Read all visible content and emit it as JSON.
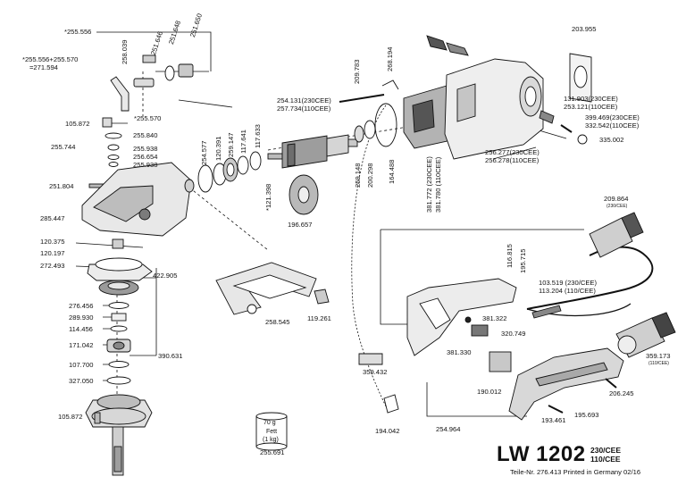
{
  "model": {
    "name": "LW 1202",
    "variant_230": "230/CEE",
    "variant_110": "110/CEE",
    "part_info": "Teile-Nr. 276.413 Printed in Germany 02/16"
  },
  "labels": {
    "p255556": "*255.556",
    "p255570_combo": "*255.556+255.570",
    "p271594": "=271.594",
    "p258039": "258.039",
    "p251646": "251.646",
    "p251648": "251.648",
    "p251650": "251.650",
    "p105872a": "105.872",
    "p255570": "*255.570",
    "p255840": "255.840",
    "p255744": "255.744",
    "p255938a": "255.938",
    "p256654": "256.654",
    "p255938b": "255.938",
    "p251804": "251.804",
    "p285447": "285.447",
    "p120375": "120.375",
    "p120197": "120.197",
    "p272493": "272.493",
    "p422905": "422.905",
    "p276456": "276.456",
    "p289930": "289.930",
    "p114456": "114.456",
    "p171042": "171.042",
    "p107700": "107.700",
    "p327050": "327.050",
    "p390631": "390.631",
    "p105872b": "105.872",
    "p254577": "254.577",
    "p120391": "120.391",
    "p259147": "259.147",
    "p117641": "117.641",
    "p117633": "117.633",
    "p121398": "*121.398",
    "p254131": "254.131(230CEE)",
    "p257734": "257.734(110CEE)",
    "p196657": "196.657",
    "p259148": "259.148",
    "p200298": "200.298",
    "p164488": "164.488",
    "p209783": "209.783",
    "p268194": "268.194",
    "p381772": "381.772 (230CEE)",
    "p381780": "381.780 (110CEE)",
    "p203955": "203.955",
    "p131903": "131.903(230CEE)",
    "p253121": "253.121(110CEE)",
    "p399469": "399.469(230CEE)",
    "p332542": "332.542(110CEE)",
    "p335002": "335.002",
    "p256277": "256.277(230CEE)",
    "p256278": "256.278(110CEE)",
    "p209864": "209.864",
    "p209864sub": "(230/CEE)",
    "p116815": "116.815",
    "p195715": "195.715",
    "p103519": "103.519 (230/CEE)",
    "p113204": "113.204 (110/CEE)",
    "p381322": "381.322",
    "p320749": "320.749",
    "p381330": "381.330",
    "p359173": "359.173",
    "p359173sub": "(110/CEE)",
    "p258545": "258.545",
    "p119261": "119.261",
    "p359432": "359.432",
    "p190012": "190.012",
    "p206245": "206.245",
    "p193461": "193.461",
    "p195693": "195.693",
    "p194042": "194.042",
    "p254964": "254.964",
    "p255691": "255.691",
    "grease_weight": "70 g",
    "grease_name": "Fett",
    "grease_qty": "(1 kg)"
  }
}
